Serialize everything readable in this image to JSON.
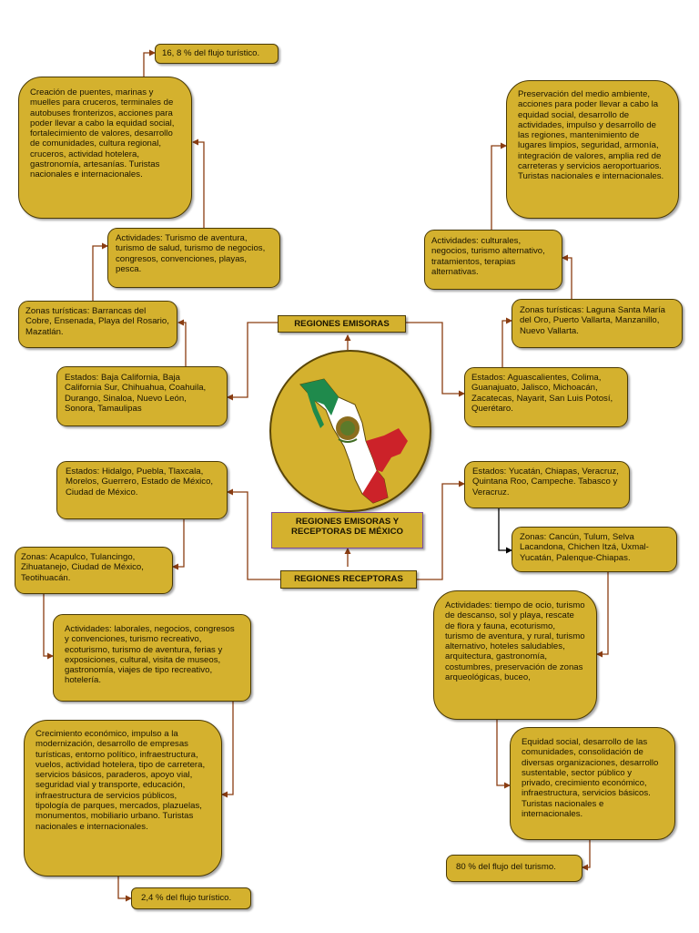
{
  "center": {
    "title_line1": "REGIONES EMISORAS Y",
    "title_line2": "RECEPTORAS DE MÉXICO",
    "emisoras_label": "REGIONES EMISORAS",
    "receptoras_label": "REGIONES RECEPTORAS",
    "emblem_icon": "mexico-flag-map-icon"
  },
  "emisoras_norte": {
    "flujo": "16, 8 % del flujo turístico.",
    "infraestructura": "Creación de puentes, marinas y muelles para cruceros, terminales de autobuses fronterizos, acciones para poder llevar a cabo la equidad social, fortalecimiento de valores, desarrollo de comunidades, cultura regional, cruceros, actividad hotelera, gastronomía, artesanías. Turistas nacionales e internacionales.",
    "actividades": "Actividades: Turismo de aventura, turismo de salud, turismo de negocios, congresos, convenciones, playas, pesca.",
    "zonas": "Zonas turísticas: Barrancas del Cobre, Ensenada, Playa del Rosario, Mazatlán.",
    "estados": "Estados: Baja California, Baja California Sur, Chihuahua, Coahuila, Durango, Sinaloa, Nuevo León, Sonora, Tamaulipas"
  },
  "emisoras_centro": {
    "preservacion": "Preservación del medio ambiente, acciones para poder llevar a cabo la equidad social, desarrollo de actividades, impulso y desarrollo de las regiones, mantenimiento de lugares limpios, seguridad, armonía, integración de valores, amplia red de carreteras y servicios aeroportuarios. Turistas nacionales e internacionales.",
    "actividades": "Actividades: culturales, negocios, turismo alternativo, tratamientos, terapias alternativas.",
    "zonas": "Zonas turísticas: Laguna Santa María del Oro, Puerto Vallarta, Manzanillo, Nuevo Vallarta.",
    "estados": "Estados: Aguascalientes, Colima, Guanajuato, Jalisco, Michoacán, Zacatecas, Nayarit, San Luis Potosí, Querétaro."
  },
  "receptoras_centro": {
    "estados": "Estados: Hidalgo, Puebla, Tlaxcala, Morelos, Guerrero, Estado de México, Ciudad de México.",
    "zonas": "Zonas: Acapulco, Tulancingo, Zihuatanejo, Ciudad de México, Teotihuacán.",
    "actividades": "Actividades: laborales, negocios, congresos y convenciones, turismo recreativo, ecoturismo, turismo de aventura, ferias y exposiciones, cultural, visita de museos, gastronomía, viajes de tipo recreativo, hotelería.",
    "crecimiento": "Crecimiento económico, impulso a la modernización, desarrollo de empresas turísticas, entorno político, infraestructura, vuelos, actividad hotelera, tipo de carretera, servicios básicos, paraderos, apoyo vial, seguridad vial y transporte, educación, infraestructura de servicios públicos, tipología de parques, mercados, plazuelas, monumentos, mobiliario urbano. Turistas nacionales e internacionales.",
    "flujo": "2,4 % del flujo turístico."
  },
  "receptoras_sur": {
    "estados": "Estados: Yucatán, Chiapas, Veracruz, Quintana Roo, Campeche. Tabasco y Veracruz.",
    "zonas": "Zonas: Cancún, Tulum, Selva Lacandona, Chichen Itzá, Uxmal-Yucatán, Palenque-Chiapas.",
    "actividades": "Actividades: tiempo de ocio, turismo de descanso, sol y playa, rescate de flora y fauna, ecoturismo, turismo de aventura, y rural, turismo alternativo, hoteles saludables, arquitectura, gastronomía, costumbres, preservación de zonas arqueológicas, buceo,",
    "equidad": "Equidad social, desarrollo de las comunidades, consolidación de diversas organizaciones, desarrollo sustentable, sector público y privado, crecimiento económico, infraestructura, servicios básicos. Turistas nacionales e internacionales.",
    "flujo": "80 % del flujo del turismo."
  },
  "colors": {
    "box_fill": "#d4b12e",
    "box_border": "#4a3a05",
    "connector": "#8a3d12",
    "main_title_border": "#7b4c9e",
    "flag_green": "#1f8a4c",
    "flag_white": "#ffffff",
    "flag_red": "#cc2229"
  }
}
